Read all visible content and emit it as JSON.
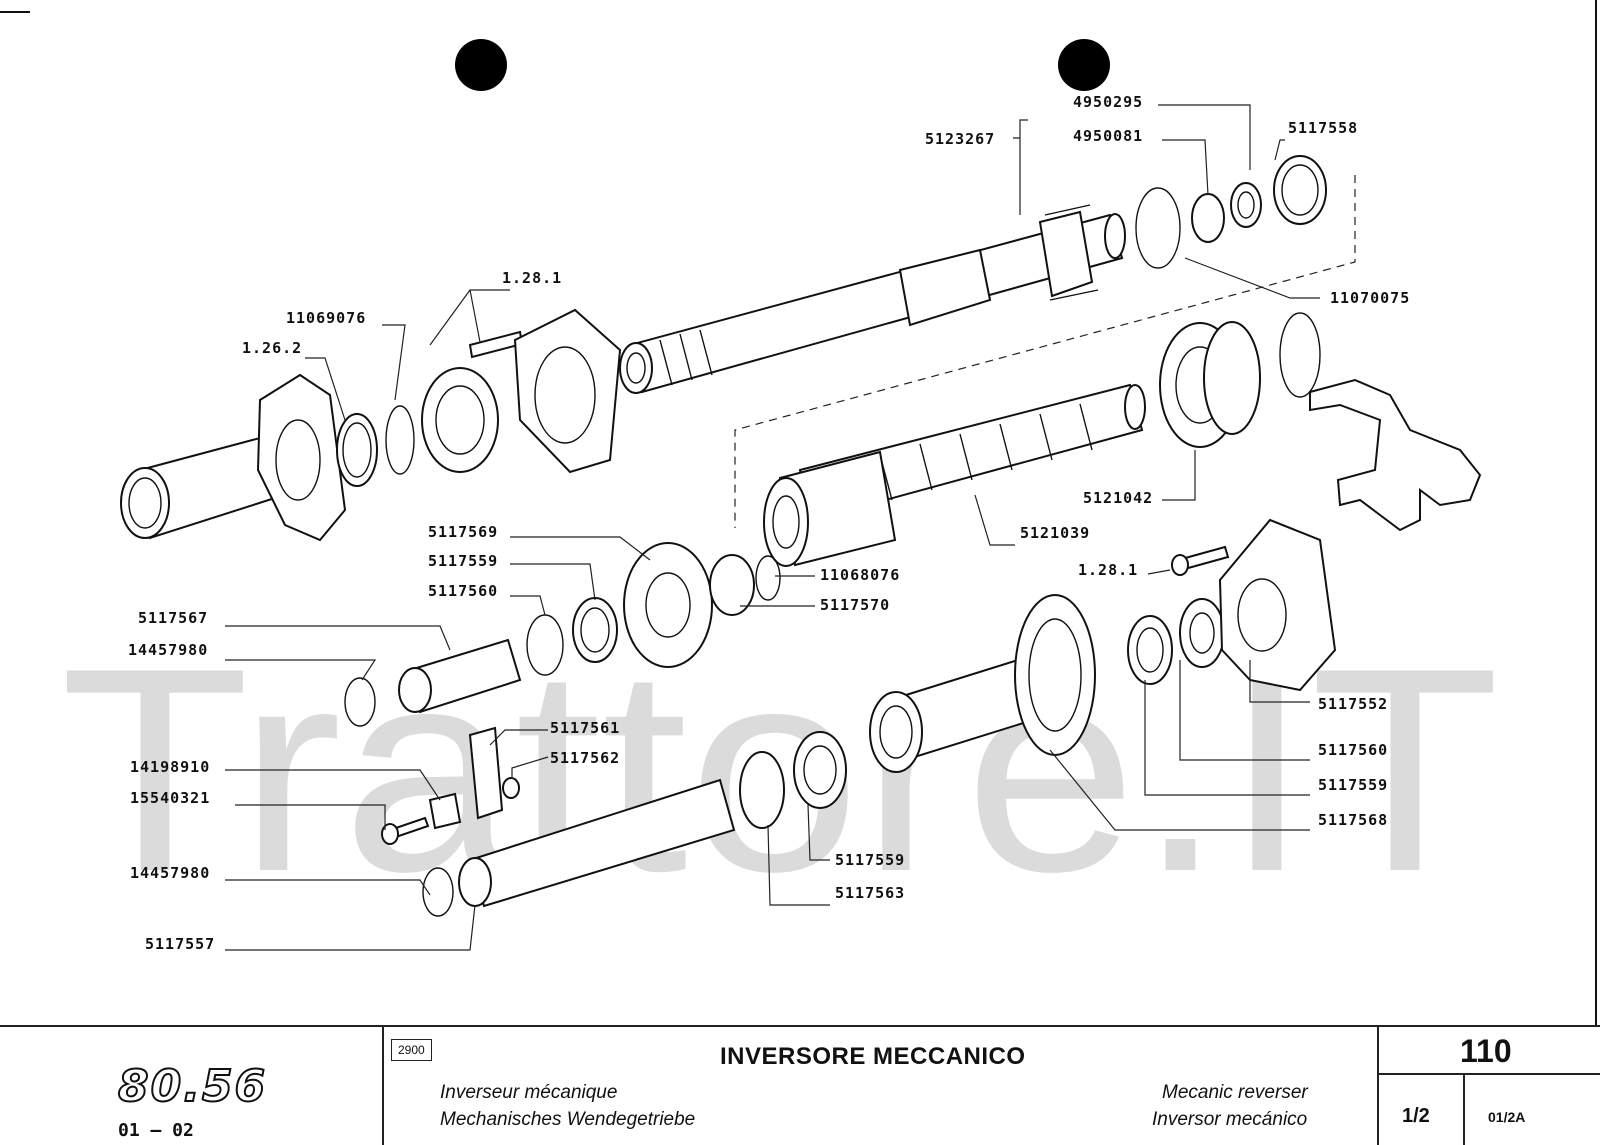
{
  "watermark": "Trattore.IT",
  "callouts": {
    "p4950295": "4950295",
    "p5117558": "5117558",
    "p5123267": "5123267",
    "p4950081": "4950081",
    "p11070075": "11070075",
    "p128_top": "1.28.1",
    "p11069076": "11069076",
    "p126_2": "1.26.2",
    "p5121042": "5121042",
    "p5121039": "5121039",
    "p5117569": "5117569",
    "p5117559_a": "5117559",
    "p5117560_a": "5117560",
    "p11068076": "11068076",
    "p5117570": "5117570",
    "p128_right": "1.28.1",
    "p5117567": "5117567",
    "p14457980_a": "14457980",
    "p5117561": "5117561",
    "p5117562": "5117562",
    "p14198910": "14198910",
    "p15540321": "15540321",
    "p5117552": "5117552",
    "p5117560_b": "5117560",
    "p5117559_b": "5117559",
    "p5117568": "5117568",
    "p5117559_c": "5117559",
    "p5117563": "5117563",
    "p14457980_b": "14457980",
    "p5117557": "5117557"
  },
  "title_block": {
    "model_logo": "80.56",
    "model_code": "01 – 02",
    "ref_box": "2900",
    "title_it": "INVERSORE MECCANICO",
    "title_fr": "Inverseur mécanique",
    "title_de": "Mechanisches Wendegetriebe",
    "title_en": "Mecanic reverser",
    "title_es": "Inversor mecánico",
    "page_number": "110",
    "sheet": "1/2",
    "revision": "01/2A"
  }
}
